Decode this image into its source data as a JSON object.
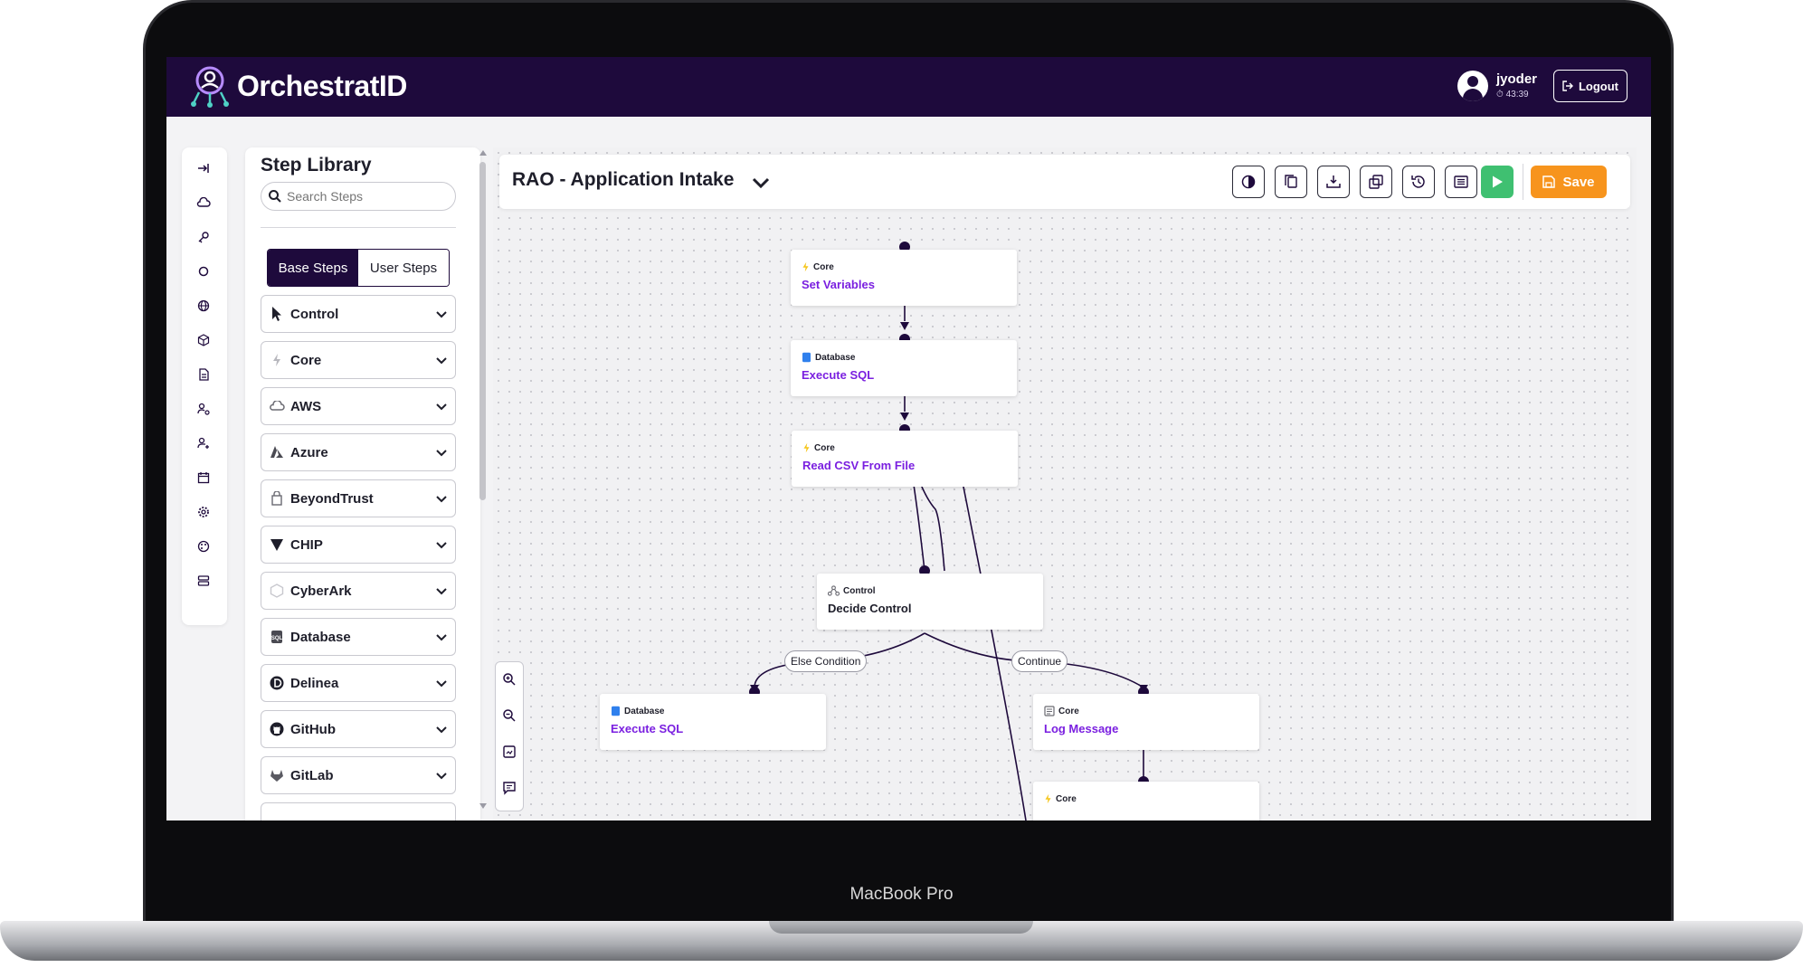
{
  "device": {
    "label": "MacBook Pro"
  },
  "header": {
    "brand": "OrchestratID",
    "user": {
      "name": "jyoder",
      "timer": "43:39"
    },
    "logout_label": "Logout"
  },
  "rail": {
    "icons": [
      "collapse-icon",
      "cloud-icon",
      "key-icon",
      "circle-icon",
      "globe-icon",
      "cube-icon",
      "document-icon",
      "user-key-icon",
      "user-settings-icon",
      "calendar-icon",
      "gear-icon",
      "palette-icon",
      "server-icon"
    ]
  },
  "library": {
    "title": "Step Library",
    "search_placeholder": "Search Steps",
    "tabs": [
      "Base Steps",
      "User Steps"
    ],
    "active_tab": "Base Steps",
    "categories": [
      "Control",
      "Core",
      "AWS",
      "Azure",
      "BeyondTrust",
      "CHIP",
      "CyberArk",
      "Database",
      "Delinea",
      "GitHub",
      "GitLab"
    ]
  },
  "flow": {
    "title": "RAO - Application Intake",
    "save_label": "Save",
    "toolbar_icons": [
      "theme-icon",
      "copy-icon",
      "download-icon",
      "duplicate-icon",
      "history-icon",
      "list-icon"
    ]
  },
  "nodes": [
    {
      "category": "Core",
      "name": "Set Variables"
    },
    {
      "category": "Database",
      "name": "Execute SQL"
    },
    {
      "category": "Core",
      "name": "Read CSV From File"
    },
    {
      "category": "Control",
      "name": "Decide Control"
    },
    {
      "category": "Database",
      "name": "Execute SQL"
    },
    {
      "category": "Core",
      "name": "Log Message"
    },
    {
      "category": "Core",
      "name": ""
    }
  ],
  "edge_labels": [
    "Else Condition",
    "Continue"
  ],
  "colors": {
    "header": "#1e0a3c",
    "accent": "#7a1fe0",
    "save": "#f7941d",
    "run": "#3fc071"
  }
}
